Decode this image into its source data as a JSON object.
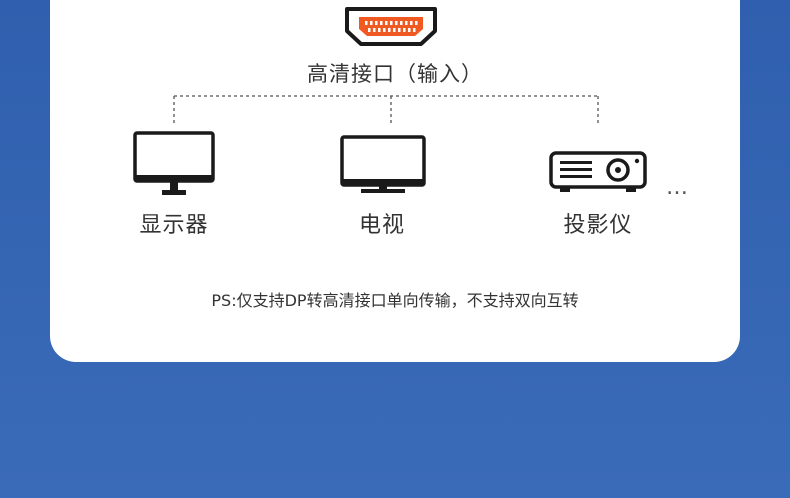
{
  "port": {
    "label": "高清接口（输入）",
    "icon": "hdmi-port-icon",
    "accent_color": "#f05a22"
  },
  "devices": [
    {
      "label": "显示器",
      "icon": "monitor-icon"
    },
    {
      "label": "电视",
      "icon": "tv-icon"
    },
    {
      "label": "投影仪",
      "icon": "projector-icon"
    }
  ],
  "more_indicator": "…",
  "note": "PS:仅支持DP转高清接口单向传输，不支持双向互转",
  "colors": {
    "background": "#3566b4",
    "card": "#ffffff",
    "text": "#333333",
    "icon_stroke": "#1a1a1a"
  }
}
